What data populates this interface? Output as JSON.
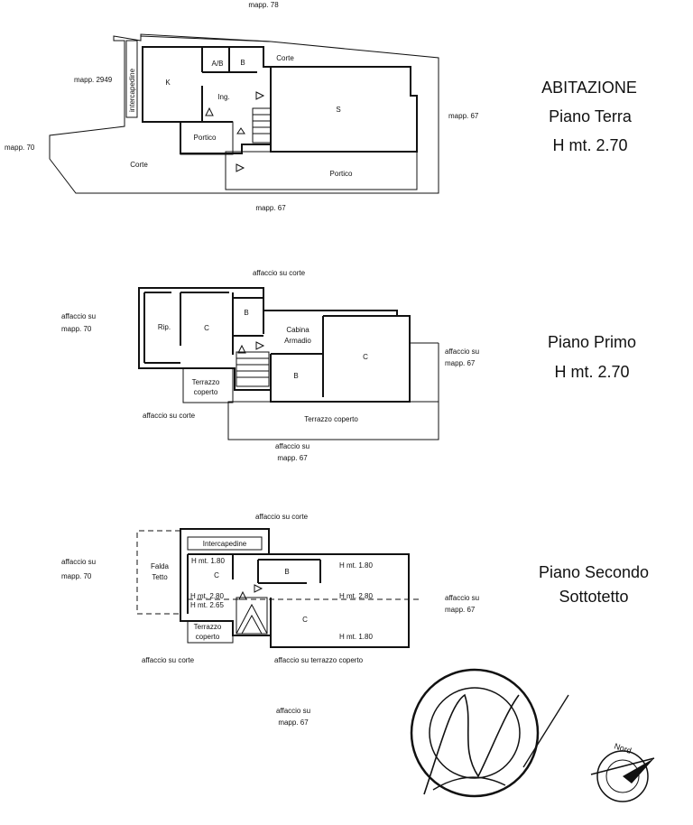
{
  "heading": {
    "title": "ABITAZIONE",
    "floor_ground": "Piano Terra",
    "height_ground": "H mt. 2.70",
    "floor_first": "Piano Primo",
    "height_first": "H mt. 2.70",
    "floor_second": "Piano Secondo",
    "floor_second_sub": "Sottotetto"
  },
  "ground_floor": {
    "mapp78": "mapp. 78",
    "mapp2949": "mapp. 2949",
    "mapp70": "mapp. 70",
    "mapp67_right": "mapp. 67",
    "mapp67_bottom": "mapp. 67",
    "intercapedine": "intercapedine",
    "room_k": "K",
    "room_ab": "A/B",
    "room_b": "B",
    "corte_top": "Corte",
    "ingresso": "Ing.",
    "room_s": "S",
    "portico_small": "Portico",
    "corte_left": "Corte",
    "portico_large": "Portico"
  },
  "first_floor": {
    "affaccio_top": "affaccio su corte",
    "affaccio_left_1": "affaccio su",
    "affaccio_left_2": "mapp. 70",
    "affaccio_right_1": "affaccio su",
    "affaccio_right_2": "mapp. 67",
    "affaccio_corte": "affaccio su corte",
    "affaccio_bottom_1": "affaccio su",
    "affaccio_bottom_2": "mapp. 67",
    "room_rip": "Rip.",
    "room_c_left": "C",
    "room_b_top": "B",
    "cabina_1": "Cabina",
    "cabina_2": "Armadio",
    "room_c_right": "C",
    "room_b_bottom": "B",
    "terrazzo_small_1": "Terrazzo",
    "terrazzo_small_2": "coperto",
    "terrazzo_large": "Terrazzo coperto"
  },
  "second_floor": {
    "affaccio_top": "affaccio su corte",
    "affaccio_left_1": "affaccio su",
    "affaccio_left_2": "mapp. 70",
    "affaccio_right_1": "affaccio su",
    "affaccio_right_2": "mapp. 67",
    "affaccio_corte": "affaccio su corte",
    "affaccio_terrazzo": "affaccio su terrazzo coperto",
    "affaccio_bottom_1": "affaccio su",
    "affaccio_bottom_2": "mapp. 67",
    "intercapedine": "Intercapedine",
    "falda_1": "Falda",
    "falda_2": "Tetto",
    "h180_left": "H mt. 1.80",
    "room_c_left": "C",
    "room_b": "B",
    "h180_top_right": "H mt. 1.80",
    "h280_left": "H mt. 2.80",
    "h265_left": "H mt. 2.65",
    "h280_mid": "H mt. 2.80",
    "room_c_right": "C",
    "h180_bottom": "H mt. 1.80",
    "terrazzo_1": "Terrazzo",
    "terrazzo_2": "coperto"
  },
  "compass": {
    "label": "Nord"
  }
}
